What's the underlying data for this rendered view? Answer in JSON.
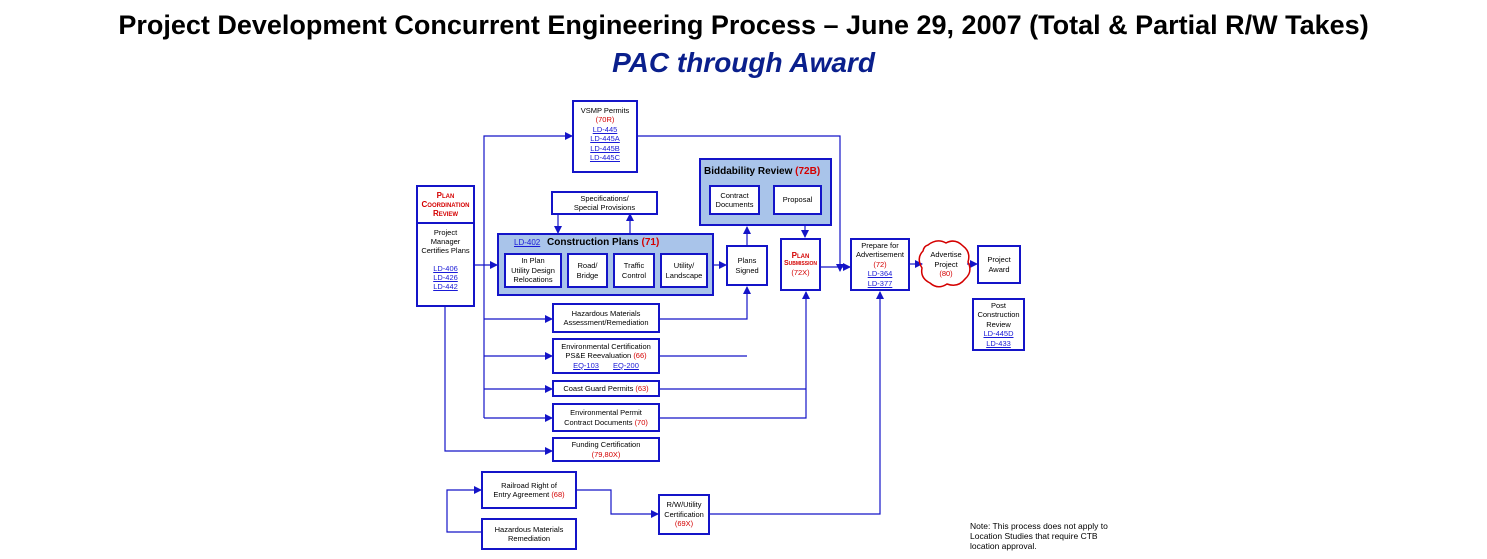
{
  "title": "Project Development Concurrent Engineering Process – June 29, 2007 (Total & Partial R/W Takes)",
  "subtitle": "PAC through Award",
  "colors": {
    "box_border": "#1414c8",
    "panel_fill": "#a9c4ea",
    "code_red": "#d40000",
    "link_blue": "#1a1ad6",
    "subtitle_navy": "#0a1f8c"
  },
  "plan_coordination": {
    "header": "Plan Coordination Review",
    "body": "Project Manager Certifies Plans",
    "links": [
      "LD-406",
      "LD-426",
      "LD-442"
    ]
  },
  "vsmp": {
    "label": "VSMP Permits",
    "code": "(70R)",
    "links": [
      "LD-445",
      "LD-445A",
      "LD-445B",
      "LD-445C"
    ]
  },
  "specifications": {
    "label_line1": "Specifications/",
    "label_line2": "Special Provisions"
  },
  "construction_plans": {
    "link": "LD-402",
    "title": "Construction Plans",
    "code": "(71)",
    "sub": {
      "inplan": {
        "l1": "In Plan",
        "l2": "Utility Design",
        "l3": "Relocations"
      },
      "road": {
        "l1": "Road/",
        "l2": "Bridge"
      },
      "traffic": {
        "l1": "Traffic",
        "l2": "Control"
      },
      "utility": {
        "l1": "Utility/",
        "l2": "Landscape"
      }
    }
  },
  "biddability": {
    "title": "Biddability Review",
    "code": "(72B)",
    "contract": {
      "l1": "Contract",
      "l2": "Documents"
    },
    "proposal": "Proposal"
  },
  "plans_signed": {
    "l1": "Plans",
    "l2": "Signed"
  },
  "plan_submission": {
    "l1": "Plan",
    "l2": "Submission",
    "code": "(72X)"
  },
  "prepare_ad": {
    "l1": "Prepare for",
    "l2": "Advertisement",
    "code": "(72)",
    "links": [
      "LD-364",
      "LD-377"
    ]
  },
  "advertise": {
    "l1": "Advertise",
    "l2": "Project",
    "code": "(80)"
  },
  "award": {
    "l1": "Project",
    "l2": "Award"
  },
  "post_construction": {
    "l1": "Post",
    "l2": "Construction",
    "l3": "Review",
    "links": [
      "LD-445D",
      "LD-433"
    ]
  },
  "hazmat_assess": {
    "l1": "Hazardous Materials",
    "l2": "Assessment/Remediation"
  },
  "env_cert": {
    "l1": "Environmental Certification",
    "l2": "PS&E Reevaluation",
    "code": "(66)",
    "links": [
      "EQ-103",
      "EQ-200"
    ]
  },
  "coast_guard": {
    "label": "Coast Guard Permits",
    "code": "(63)"
  },
  "env_permit": {
    "l1": "Environmental Permit",
    "l2": "Contract Documents",
    "code": "(70)"
  },
  "funding": {
    "label": "Funding Certification",
    "code": "(79,80X)"
  },
  "railroad": {
    "l1": "Railroad Right of",
    "l2": "Entry Agreement",
    "code": "(68)"
  },
  "hazmat_rem": {
    "l1": "Hazardous Materials",
    "l2": "Remediation"
  },
  "rw_cert": {
    "l1": "R/W/Utility",
    "l2": "Certification",
    "code": "(69X)"
  },
  "note": {
    "l1": "Note: This process does not apply to",
    "l2": "Location Studies that require CTB",
    "l3": "location approval."
  }
}
